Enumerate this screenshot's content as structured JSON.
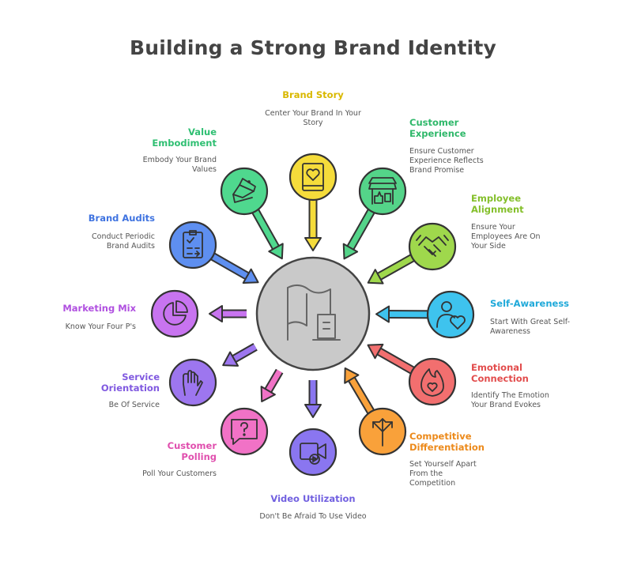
{
  "title": "Building a Strong Brand Identity",
  "colors": {
    "center_fill": "#c8c8c8",
    "center_stroke": "#444444",
    "icon_stroke": "#333333"
  },
  "items": [
    {
      "label": "Brand Story",
      "desc": "Center Your Brand In Your Story",
      "color": "#f5dc3b",
      "text_color": "#d9b800",
      "icon": "book-heart-icon"
    },
    {
      "label": "Customer Experience",
      "desc": "Ensure Customer Experience Reflects Brand Promise",
      "color": "#54d489",
      "text_color": "#2fb86a",
      "icon": "store-thumb-icon"
    },
    {
      "label": "Employee Alignment",
      "desc": "Ensure Your Employees Are On Your Side",
      "color": "#9fd84c",
      "text_color": "#84bf2a",
      "icon": "handshake-icon"
    },
    {
      "label": "Self-Awareness",
      "desc": "Start With Great Self-Awareness",
      "color": "#3ec3ee",
      "text_color": "#1fa9d9",
      "icon": "person-heart-icon"
    },
    {
      "label": "Emotional Connection",
      "desc": "Identify The Emotion Your Brand Evokes",
      "color": "#f26f6f",
      "text_color": "#e24c4c",
      "icon": "flame-heart-icon"
    },
    {
      "label": "Competitive Differentiation",
      "desc": "Set Yourself Apart From the Competition",
      "color": "#f9a13a",
      "text_color": "#ec8a1b",
      "icon": "split-arrows-icon"
    },
    {
      "label": "Video Utilization",
      "desc": "Don't Be Afraid To Use Video",
      "color": "#8a76f0",
      "text_color": "#7160e0",
      "icon": "video-camera-icon"
    },
    {
      "label": "Customer Polling",
      "desc": "Poll Your Customers",
      "color": "#f172c6",
      "text_color": "#e04fae",
      "icon": "question-bubble-icon"
    },
    {
      "label": "Service Orientation",
      "desc": "Be Of Service",
      "color": "#9d76ef",
      "text_color": "#8059e0",
      "icon": "hand-icon"
    },
    {
      "label": "Marketing Mix",
      "desc": "Know Your Four P's",
      "color": "#c874f0",
      "text_color": "#b050e0",
      "icon": "pie-chart-icon"
    },
    {
      "label": "Brand Audits",
      "desc": "Conduct Periodic Brand Audits",
      "color": "#5e8ff0",
      "text_color": "#3f73e0",
      "icon": "clipboard-check-icon"
    },
    {
      "label": "Value Embodiment",
      "desc": "Embody Your Brand Values",
      "color": "#4fd88e",
      "text_color": "#2fbf72",
      "icon": "megaphone-icon"
    }
  ]
}
